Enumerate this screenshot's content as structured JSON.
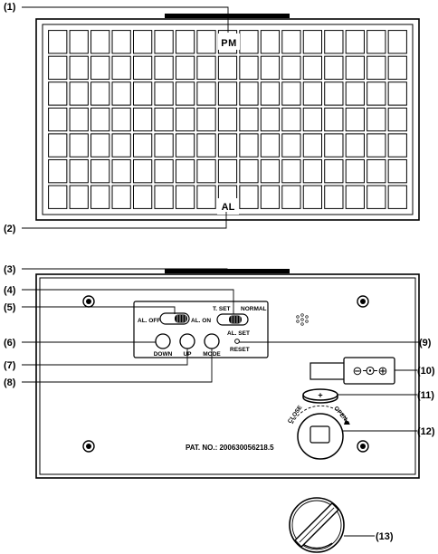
{
  "callouts": [
    "(1)",
    "(2)",
    "(3)",
    "(4)",
    "(5)",
    "(6)",
    "(7)",
    "(8)",
    "(9)",
    "(10)",
    "(11)",
    "(12)",
    "(13)"
  ],
  "display": {
    "pm_indicator": "PM",
    "al_indicator": "AL",
    "grid_rows": 7,
    "grid_cols": 17
  },
  "switches": {
    "alarm_off_label": "AL. OFF",
    "alarm_on_label": "AL. ON",
    "time_set_label": "T. SET",
    "normal_label": "NORMAL",
    "alarm_set_label": "AL. SET"
  },
  "buttons": {
    "down_label": "DOWN",
    "up_label": "UP",
    "mode_label": "MODE",
    "reset_label": "RESET"
  },
  "battery_cover": {
    "close_label": "CLOSE",
    "open_label": "OPEN"
  },
  "battery_cell_symbol": "+",
  "patent_text": "PAT. NO.: 200630056218.5",
  "dc_polarity_symbols": [
    "⊖",
    "⊕"
  ]
}
